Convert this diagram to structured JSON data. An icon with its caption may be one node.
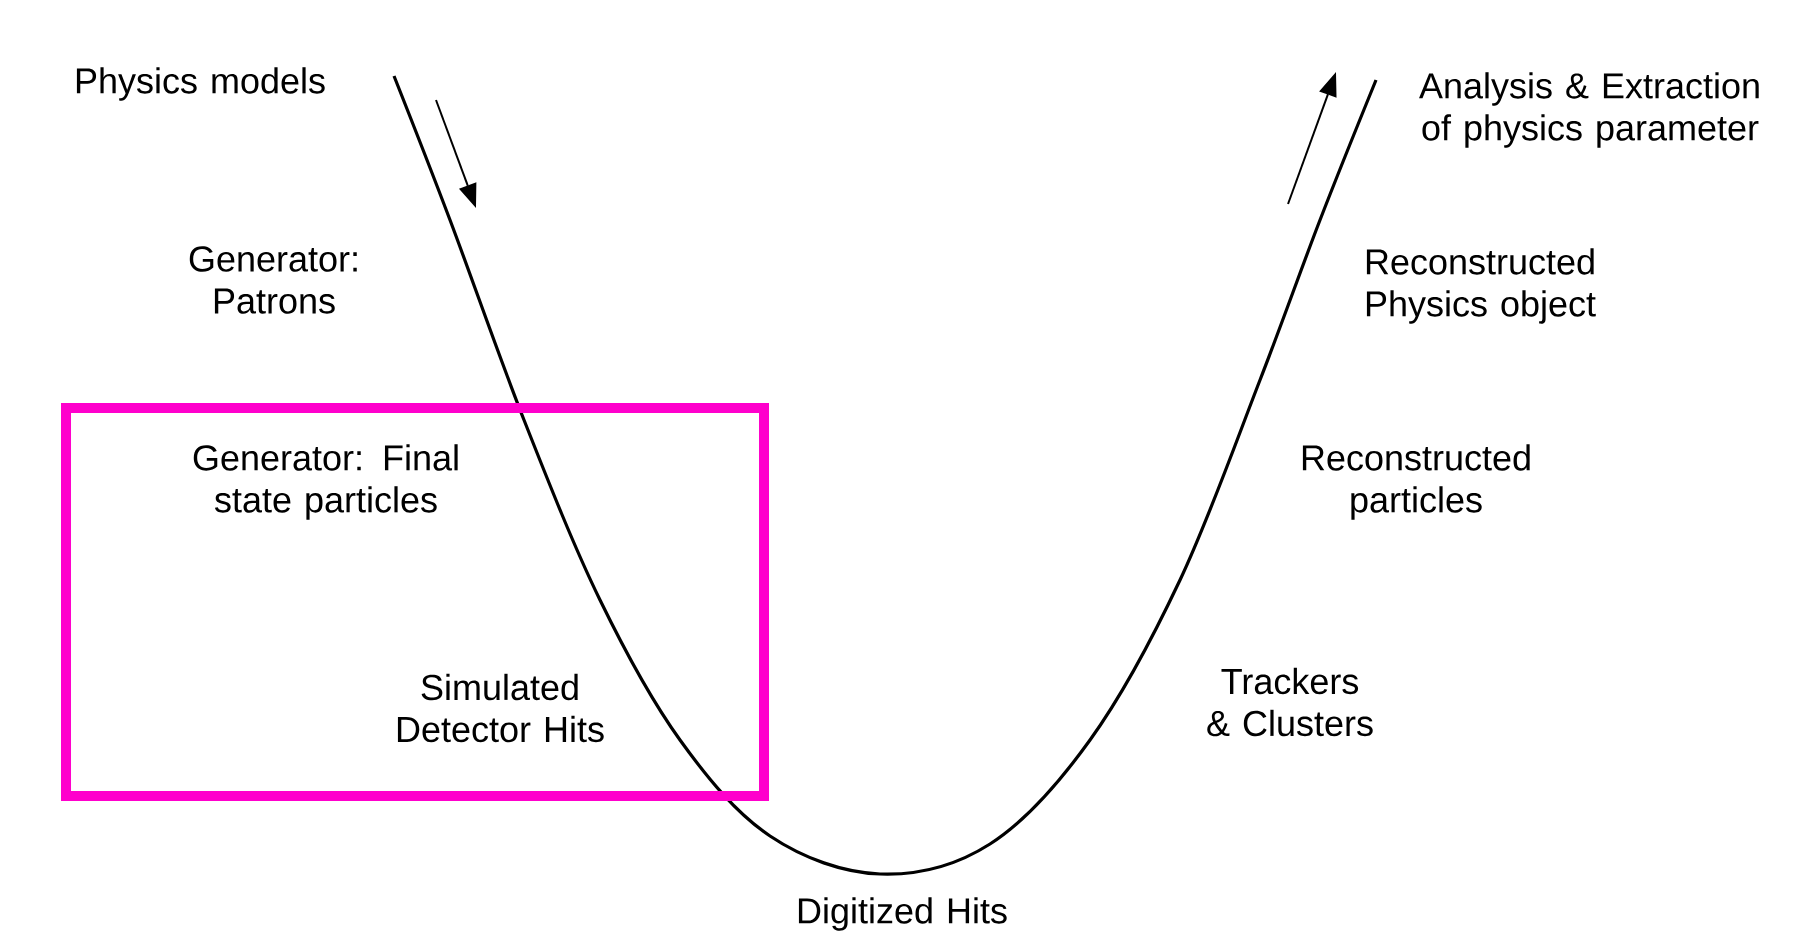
{
  "diagram": {
    "nodes": [
      {
        "text": [
          "Generator: Final state particles",
          "Simulated Detector Hits"
        ]
      }
    ],
    "labels": [
      "Physics models",
      "Analysis & Extraction of physics parameter",
      "Generator: Patrons",
      "Reconstructed Physics object",
      "Reconstructed particles",
      "Trackers & Clusters",
      "Digitized Hits"
    ]
  }
}
